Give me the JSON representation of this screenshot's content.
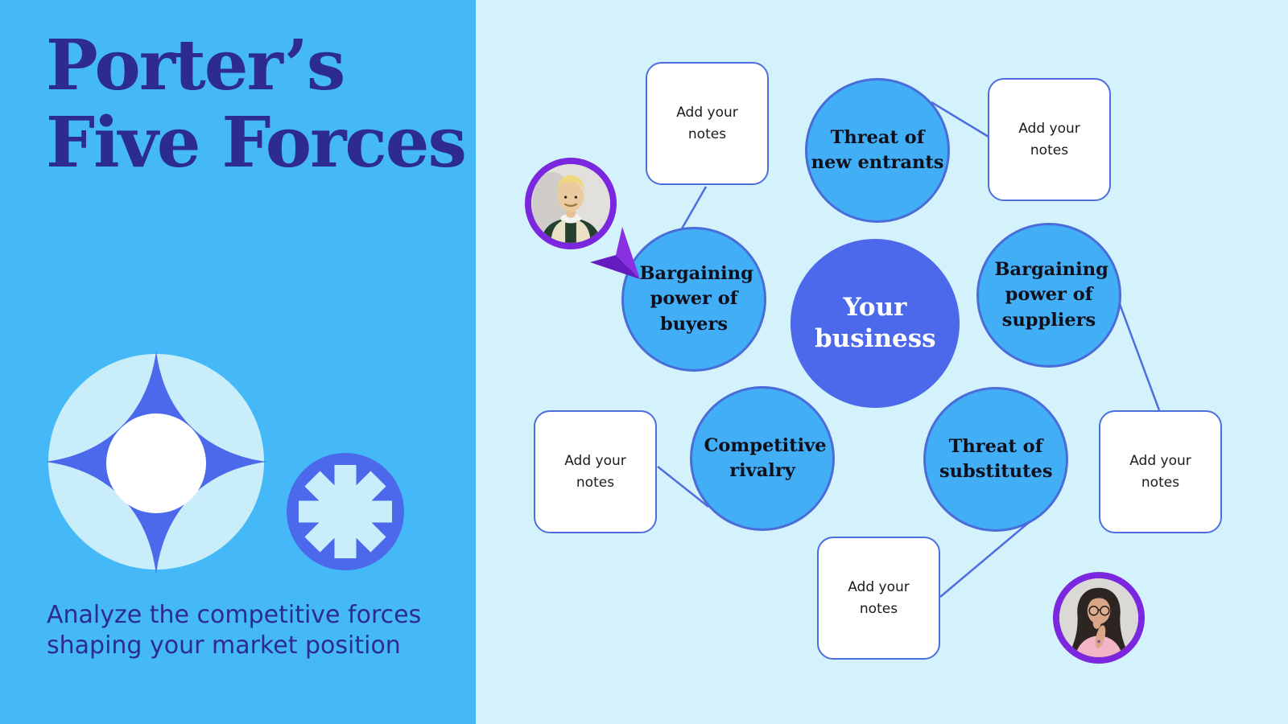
{
  "panel": {
    "title_line1": "Porter’s",
    "title_line2": "Five Forces",
    "subtitle": "Analyze the competitive forces shaping your market position"
  },
  "diagram": {
    "center_label": "Your business",
    "forces": {
      "new_entrants": "Threat of new entrants",
      "buyers": "Bargaining power of buyers",
      "suppliers": "Bargaining power of suppliers",
      "rivalry": "Competitive rivalry",
      "substitutes": "Threat of substitutes"
    },
    "notes": {
      "top_left": "Add your notes",
      "top_right": "Add your notes",
      "mid_left": "Add your notes",
      "mid_right": "Add your notes",
      "bottom": "Add your notes"
    },
    "collaborators": {
      "first": "collaborator-1",
      "second": "collaborator-2"
    }
  },
  "colors": {
    "left_panel_bg": "#45b8f8",
    "board_bg": "#d3f2fb",
    "ink_indigo": "#2e2b90",
    "royal_blue": "#4b69ea",
    "force_circle_fill": "#41aef5",
    "stroke_blue": "#4a6cd9",
    "pale_cyan": "#c9eefa",
    "avatar_ring_purple": "#7a27df",
    "cursor_purple": "#8a30e0",
    "note_text": "#1b1b1b"
  }
}
